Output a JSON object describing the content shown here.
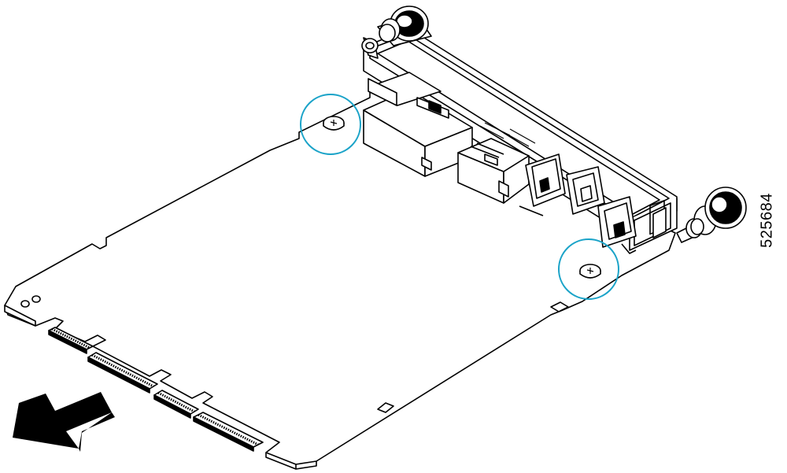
{
  "figure": {
    "id_label": "525684",
    "description_hidden": false
  },
  "colors": {
    "line": "#000000",
    "fill": "#ffffff",
    "callout": "#1aa3c8",
    "arrow": "#000000"
  },
  "components": {
    "screws_highlighted": 2,
    "thumbscrews": 2,
    "edge_connectors": 4
  }
}
